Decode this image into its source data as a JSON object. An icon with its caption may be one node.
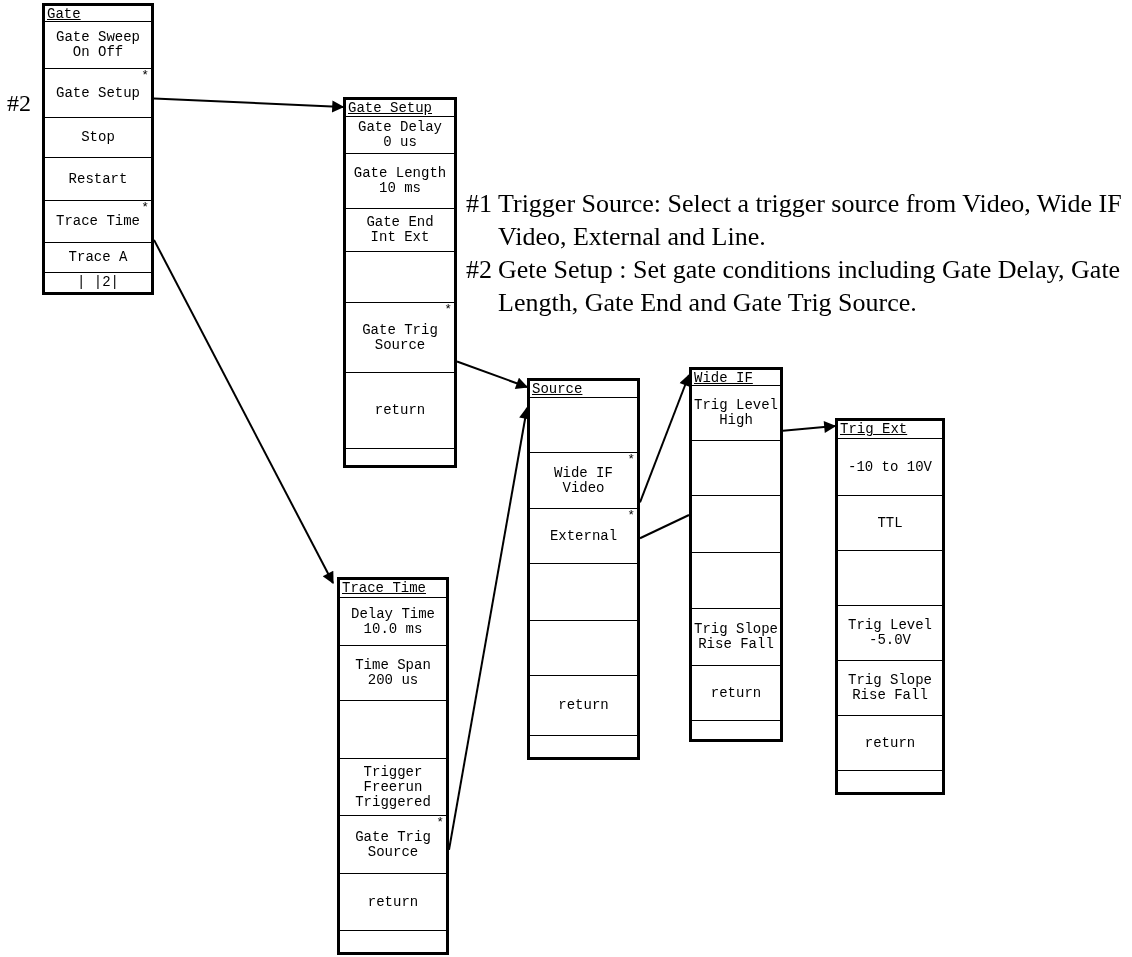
{
  "diagram": {
    "nodes": [
      {
        "text": [
          "Gate"
        ]
      },
      {
        "text": [
          "Gate Sweep",
          "On Off"
        ],
        "in": 0
      },
      {
        "text": [
          "*",
          "Gate Setup"
        ],
        "in": 0,
        "beside": [
          "#2"
        ]
      },
      {
        "text": [
          "Stop"
        ],
        "in": 0
      },
      {
        "text": [
          "Restart"
        ],
        "in": 0
      },
      {
        "text": [
          "*",
          "Trace Time"
        ],
        "in": 0
      },
      {
        "text": [
          "Trace A"
        ],
        "in": 0
      },
      {
        "text": [
          "| |2|"
        ],
        "in": 0
      },
      {
        "text": [
          "Gate Setup"
        ]
      },
      {
        "text": [
          "Gate Delay",
          "0 us"
        ],
        "in": 8
      },
      {
        "text": [
          "Gate Length",
          "10 ms"
        ],
        "in": 8
      },
      {
        "text": [
          "Gate End",
          "Int Ext"
        ],
        "in": 8
      },
      {
        "text": [],
        "shape": "box",
        "in": 8
      },
      {
        "text": [
          "*",
          "Gate Trig Source"
        ],
        "in": 8
      },
      {
        "text": [
          "return"
        ],
        "in": 8
      },
      {
        "text": [],
        "shape": "box",
        "in": 8
      },
      {
        "text": [
          "Trace Time"
        ]
      },
      {
        "text": [
          "Delay Time",
          "10.0 ms"
        ],
        "in": 16
      },
      {
        "text": [
          "Time Span",
          "200 us"
        ],
        "in": 16
      },
      {
        "text": [],
        "shape": "box",
        "in": 16
      },
      {
        "text": [
          "Trigger",
          "Freerun",
          "Triggered"
        ],
        "in": 16
      },
      {
        "text": [
          "*",
          "Gate Trig Source"
        ],
        "in": 16
      },
      {
        "text": [
          "return"
        ],
        "in": 16
      },
      {
        "text": [],
        "shape": "box",
        "in": 16
      },
      {
        "text": [
          "Source"
        ]
      },
      {
        "text": [],
        "shape": "box",
        "in": 24
      },
      {
        "text": [
          "*",
          "Wide IF Video"
        ],
        "in": 24
      },
      {
        "text": [
          "*",
          "External"
        ],
        "in": 24
      },
      {
        "text": [],
        "shape": "box",
        "in": 24
      },
      {
        "text": [],
        "shape": "box",
        "in": 24
      },
      {
        "text": [
          "return"
        ],
        "in": 24
      },
      {
        "text": [],
        "shape": "box",
        "in": 24
      },
      {
        "text": [
          "Wide IF"
        ]
      },
      {
        "text": [
          "Trig Level",
          "High"
        ],
        "in": 32
      },
      {
        "text": [],
        "shape": "box",
        "in": 32
      },
      {
        "text": [],
        "shape": "box",
        "in": 32
      },
      {
        "text": [],
        "shape": "box",
        "in": 32
      },
      {
        "text": [
          "Trig Slope",
          "Rise Fall"
        ],
        "in": 32
      },
      {
        "text": [
          "return"
        ],
        "in": 32
      },
      {
        "text": [],
        "shape": "box",
        "in": 32
      },
      {
        "text": [
          "Trig Ext"
        ]
      },
      {
        "text": [
          "-10 to 10V"
        ],
        "in": 40
      },
      {
        "text": [
          "TTL"
        ],
        "in": 40
      },
      {
        "text": [],
        "shape": "box",
        "in": 40
      },
      {
        "text": [
          "Trig Level",
          "-5.0V"
        ],
        "in": 40
      },
      {
        "text": [
          "Trig Slope",
          "Rise Fall"
        ],
        "in": 40
      },
      {
        "text": [
          "return"
        ],
        "in": 40
      },
      {
        "text": [],
        "shape": "box",
        "in": 40
      }
    ],
    "edges": [
      {
        "from": 2,
        "to": 8,
        "arrow": "to"
      },
      {
        "from": 5,
        "to": 16,
        "arrow": "to"
      },
      {
        "from": 13,
        "to": 24,
        "arrow": "to"
      },
      {
        "from": 21,
        "to": 24,
        "arrow": "to"
      },
      {
        "from": 26,
        "to": 32,
        "arrow": "to"
      },
      {
        "from": 27,
        "to": 32,
        "arrow": "none"
      },
      {
        "from": 32,
        "to": 40,
        "arrow": "to"
      }
    ],
    "labels": [
      "#1",
      "Trigger Source: Select a trigger source from Video, Wide IF Video, External and Line.",
      "#2",
      "Gete Setup : Set gate conditions including Gate Delay, Gate Length, Gate End and Gate Trig Source."
    ]
  }
}
